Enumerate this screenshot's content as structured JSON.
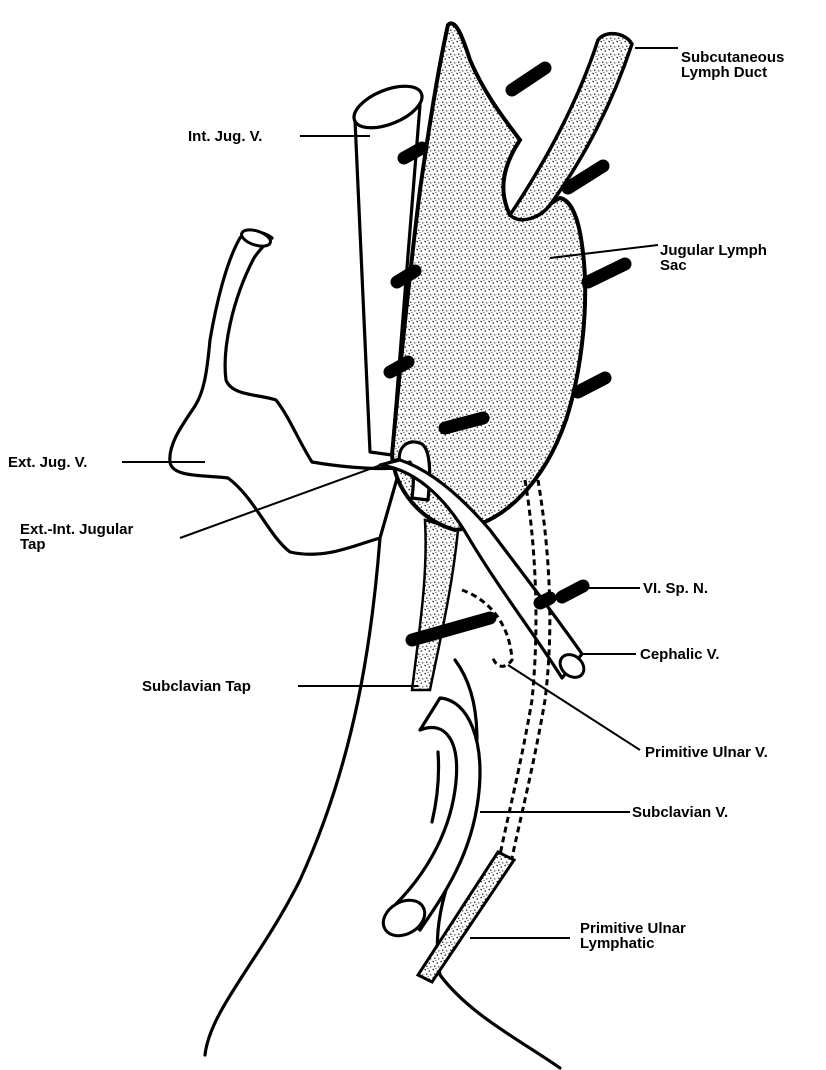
{
  "figure": {
    "labels": {
      "subcutaneous_lymph_duct": [
        "Subcutaneous",
        "Lymph Duct"
      ],
      "int_jug_v": "Int. Jug. V.",
      "jugular_lymph_sac": [
        "Jugular Lymph",
        "Sac"
      ],
      "ext_jug_v": "Ext. Jug. V.",
      "ext_int_jugular_tap": [
        "Ext.-Int. Jugular",
        "Tap"
      ],
      "vi_sp_n": "VI. Sp. N.",
      "cephalic_v": "Cephalic V.",
      "subclavian_tap": "Subclavian Tap",
      "primitive_ulnar_v": "Primitive Ulnar V.",
      "subclavian_v": "Subclavian V.",
      "primitive_ulnar_lymphatic": [
        "Primitive Ulnar",
        "Lymphatic"
      ]
    },
    "colors": {
      "ink": "#000000",
      "paper": "#ffffff"
    }
  }
}
